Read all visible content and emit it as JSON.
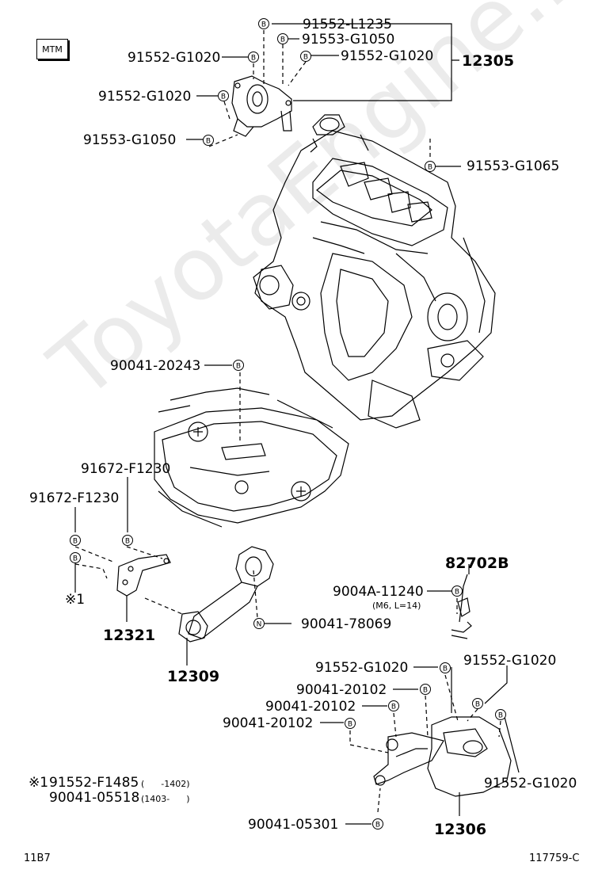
{
  "badge": "MTM",
  "watermark": "ToyotaEngine.ru",
  "footer": {
    "left": "11B7",
    "right": "117759-C"
  },
  "labels": {
    "p91552_L1235": "91552-L1235",
    "p91553_G1050_a": "91553-G1050",
    "p91552_G1020_a": "91552-G1020",
    "p91552_G1020_b": "91552-G1020",
    "p12305": "12305",
    "p91552_G1020_c": "91552-G1020",
    "p91553_G1050_b": "91553-G1050",
    "p91553_G1065": "91553-G1065",
    "p90041_20243": "90041-20243",
    "p91672_F1230_a": "91672-F1230",
    "p91672_F1230_b": "91672-F1230",
    "note_mark": "※1",
    "p12321": "12321",
    "p90041_78069": "90041-78069",
    "p12309": "12309",
    "p82702B": "82702B",
    "p9004A_11240": "9004A-11240",
    "p9004A_sub": "(M6, L=14)",
    "p91552_G1020_d": "91552-G1020",
    "p91552_G1020_e": "91552-G1020",
    "p90041_20102_a": "90041-20102",
    "p90041_20102_b": "90041-20102",
    "p90041_20102_c": "90041-20102",
    "p91552_G1020_f": "91552-G1020",
    "p90041_05301": "90041-05301",
    "p12306": "12306"
  },
  "note": {
    "mark": "※1",
    "line1_part": "91552-F1485",
    "line1_range": "(      -1402)",
    "line2_part": "90041-05518",
    "line2_range": "(1403-      )"
  },
  "symbols": {
    "bolt": "B",
    "nut": "N"
  }
}
